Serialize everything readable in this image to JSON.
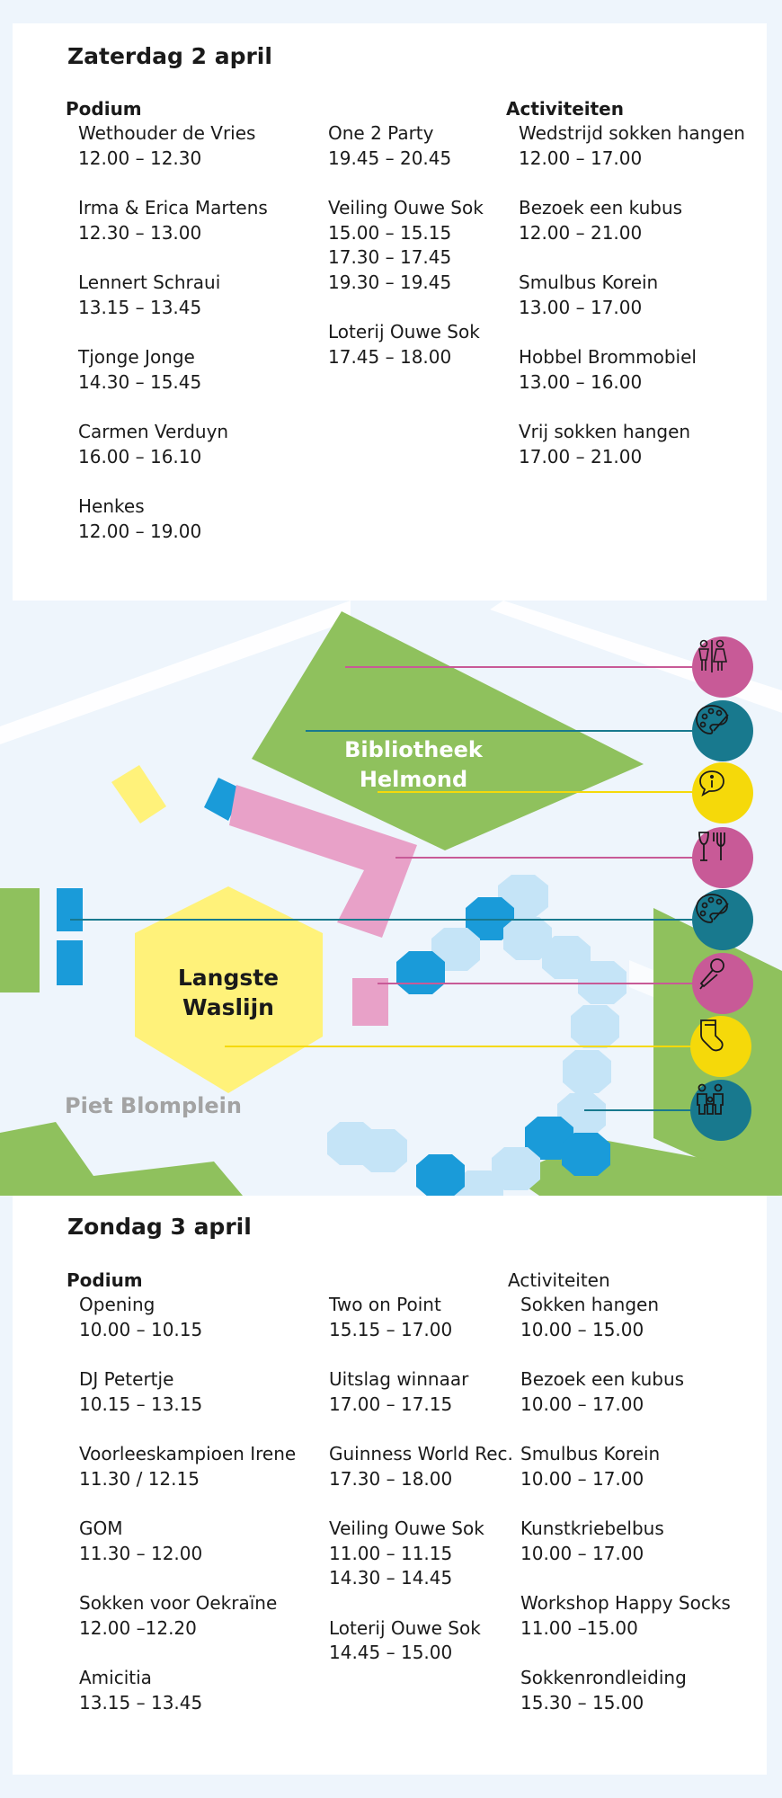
{
  "saturday": {
    "title": "Zaterdag 2 april",
    "podium": {
      "heading": "Podium",
      "col1": [
        {
          "name": "Wethouder de Vries",
          "times": [
            "12.00  –  12.30"
          ]
        },
        {
          "name": "Irma & Erica Martens",
          "times": [
            "12.30  –  13.00"
          ]
        },
        {
          "name": "Lennert Schraui",
          "times": [
            "13.15  –  13.45"
          ]
        },
        {
          "name": "Tjonge Jonge",
          "times": [
            "14.30  –  15.45"
          ]
        },
        {
          "name": "Carmen Verduyn",
          "times": [
            "16.00  –  16.10"
          ]
        },
        {
          "name": "Henkes",
          "times": [
            "12.00  –  19.00"
          ]
        }
      ],
      "col2": [
        {
          "name": "One 2 Party",
          "times": [
            "19.45  –  20.45"
          ]
        },
        {
          "name": "Veiling Ouwe Sok",
          "times": [
            "15.00  –  15.15",
            "17.30  –  17.45",
            "19.30  –  19.45"
          ]
        },
        {
          "name": "Loterij Ouwe Sok",
          "times": [
            "17.45  –  18.00"
          ]
        }
      ]
    },
    "activities": {
      "heading": "Activiteiten",
      "items": [
        {
          "name": "Wedstrijd sokken hangen",
          "times": [
            "12.00  –  17.00"
          ]
        },
        {
          "name": "Bezoek een kubus",
          "times": [
            "12.00  –  21.00"
          ]
        },
        {
          "name": "Smulbus Korein",
          "times": [
            "13.00  –  17.00"
          ]
        },
        {
          "name": "Hobbel Brommobiel",
          "times": [
            "13.00  –  16.00"
          ]
        },
        {
          "name": "Vrij sokken hangen",
          "times": [
            "17.00  –  21.00"
          ]
        }
      ]
    }
  },
  "sunday": {
    "title": "Zondag 3 april",
    "podium": {
      "heading": "Podium",
      "col1": [
        {
          "name": "Opening",
          "times": [
            "10.00  –  10.15"
          ]
        },
        {
          "name": "DJ Petertje",
          "times": [
            "10.15  –  13.15"
          ]
        },
        {
          "name": "Voorleeskampioen Irene",
          "times": [
            "11.30  /  12.15"
          ]
        },
        {
          "name": "GOM",
          "times": [
            "11.30  –  12.00"
          ]
        },
        {
          "name": "Sokken voor Oekraïne",
          "times": [
            "12.00  –12.20"
          ]
        },
        {
          "name": "Amicitia",
          "times": [
            "13.15  –  13.45"
          ]
        }
      ],
      "col2": [
        {
          "name": "Two on Point",
          "times": [
            "15.15  –  17.00"
          ]
        },
        {
          "name": "Uitslag winnaar",
          "times": [
            "17.00  –  17.15"
          ]
        },
        {
          "name": "Guinness World Rec.",
          "times": [
            "17.30  –  18.00"
          ]
        },
        {
          "name": "Veiling Ouwe Sok",
          "times": [
            "11.00  –  11.15",
            "14.30  –  14.45"
          ]
        },
        {
          "name": "Loterij Ouwe Sok",
          "times": [
            "14.45  –  15.00"
          ]
        }
      ]
    },
    "activities": {
      "heading": "Activiteiten",
      "items": [
        {
          "name": "Sokken hangen",
          "times": [
            "10.00  –  15.00"
          ]
        },
        {
          "name": "Bezoek een kubus",
          "times": [
            "10.00  –  17.00"
          ]
        },
        {
          "name": "Smulbus Korein",
          "times": [
            "10.00  –  17.00"
          ]
        },
        {
          "name": "Kunstkriebelbus",
          "times": [
            "10.00  –  17.00"
          ]
        },
        {
          "name": "Workshop Happy Socks",
          "times": [
            "11.00  –15.00"
          ]
        },
        {
          "name": "Sokkenrondleiding",
          "times": [
            "15.30  –  15.00"
          ]
        }
      ]
    }
  },
  "map": {
    "labels": {
      "library": [
        "Bibliotheek",
        "Helmond"
      ],
      "waslijn": [
        "Langste",
        "Waslijn"
      ],
      "square": "Piet Blomplein"
    },
    "legend": [
      {
        "icon": "toilets-icon",
        "color": "#c85a97"
      },
      {
        "icon": "art-palette-icon",
        "color": "#18798e"
      },
      {
        "icon": "info-icon",
        "color": "#f5d90a"
      },
      {
        "icon": "food-drink-icon",
        "color": "#c85a97"
      },
      {
        "icon": "art-palette-icon",
        "color": "#18798e"
      },
      {
        "icon": "microphone-icon",
        "color": "#c85a97"
      },
      {
        "icon": "sock-icon",
        "color": "#f5d90a"
      },
      {
        "icon": "family-icon",
        "color": "#18798e"
      }
    ]
  },
  "colors": {
    "green": "#8fc15d",
    "pink": "#e8a1c8",
    "yellow": "#fff27a",
    "blue": "#1a9bd9",
    "light-blue": "#c5e4f7",
    "background": "#eef5fc"
  }
}
